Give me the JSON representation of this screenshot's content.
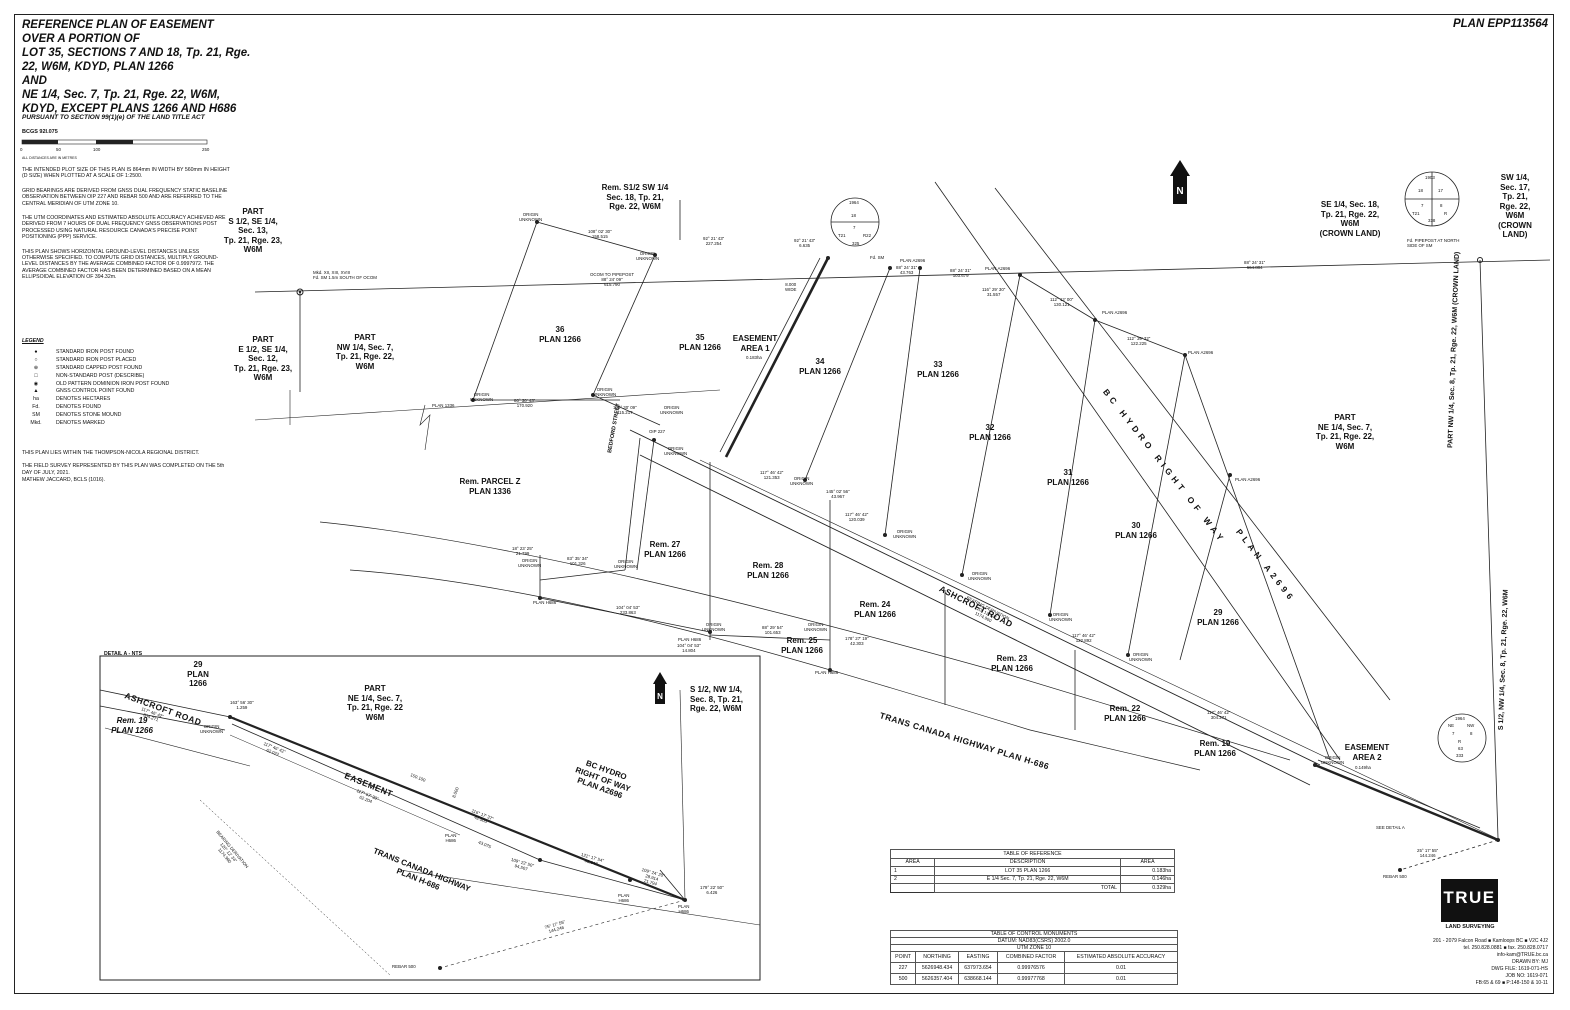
{
  "header": {
    "title": "REFERENCE PLAN OF EASEMENT\nOVER A PORTION OF\nLOT 35, SECTIONS 7 AND 18, Tp. 21, Rge.\n22, W6M, KDYD, PLAN 1266\nAND\nNE 1/4, Sec. 7, Tp. 21, Rge. 22, W6M,\nKDYD, EXCEPT PLANS 1266 AND H686",
    "subtitle": "PURSUANT TO SECTION 99(1)(e) OF THE LAND TITLE ACT",
    "plan_number": "PLAN EPP113564"
  },
  "scale_bar": {
    "bcgs": "BCGS 92I.075",
    "ticks": [
      "0",
      "50",
      "100",
      "250"
    ],
    "note": "ALL DISTANCES ARE IN METRES"
  },
  "notes": [
    "THE INTENDED PLOT SIZE OF THIS PLAN IS 864mm IN WIDTH BY 560mm IN HEIGHT (D SIZE) WHEN PLOTTED AT A SCALE OF 1:2500.",
    "GRID BEARINGS ARE DERIVED FROM GNSS DUAL FREQUENCY STATIC BASELINE OBSERVATION BETWEEN OIP 227 AND REBAR 500 AND ARE REFERRED TO THE CENTRAL MERIDIAN OF UTM ZONE 10.",
    "THE UTM COORDINATES AND ESTIMATED ABSOLUTE ACCURACY ACHIEVED ARE DERIVED FROM 7 HOURS OF DUAL FREQUENCY GNSS OBSERVATIONS POST PROCESSED USING NATURAL RESOURCE CANADA'S PRECISE POINT POSITIONING (PPP) SERVICE.",
    "THIS PLAN SHOWS HORIZONTAL GROUND-LEVEL DISTANCES UNLESS OTHERWISE SPECIFIED. TO COMPUTE GRID DISTANCES, MULTIPLY GROUND-LEVEL DISTANCES BY THE AVERAGE COMBINED FACTOR OF 0.9997972. THE AVERAGE COMBINED FACTOR HAS BEEN DETERMINED BASED ON A MEAN ELLIPSOIDAL ELEVATION OF 394.32m."
  ],
  "legend": {
    "heading": "LEGEND",
    "items": [
      {
        "symbol": "●",
        "label": "STANDARD IRON POST FOUND"
      },
      {
        "symbol": "○",
        "label": "STANDARD IRON POST PLACED"
      },
      {
        "symbol": "⊕",
        "label": "STANDARD CAPPED POST FOUND"
      },
      {
        "symbol": "□",
        "label": "NON-STANDARD POST (DESCRIBE)"
      },
      {
        "symbol": "◉",
        "label": "OLD PATTERN DOMINION IRON POST FOUND"
      },
      {
        "symbol": "▲",
        "label": "GNSS CONTROL POINT FOUND"
      },
      {
        "symbol": "ha",
        "label": "DENOTES HECTARES"
      },
      {
        "symbol": "Fd.",
        "label": "DENOTES FOUND"
      },
      {
        "symbol": "SM",
        "label": "DENOTES STONE MOUND"
      },
      {
        "symbol": "Mkd.",
        "label": "DENOTES MARKED"
      }
    ]
  },
  "district": {
    "line1": "THIS PLAN LIES WITHIN THE THOMPSON-NICOLA REGIONAL DISTRICT.",
    "line2": "THE FIELD SURVEY REPRESENTED BY THIS PLAN WAS COMPLETED ON THE 5th DAY OF JULY, 2021.",
    "line3": "MATHEW JACCARD, BCLS (1016)."
  },
  "parcels": {
    "part_s12_se14": "PART\nS 1/2, SE 1/4,\nSec. 13,\nTp. 21, Rge. 23,\nW6M",
    "part_e12_se14": "PART\nE 1/2, SE 1/4,\nSec. 12,\nTp. 21, Rge. 23,\nW6M",
    "part_nw14": "PART\nNW 1/4, Sec. 7,\nTp. 21, Rge. 22,\nW6M",
    "rem_s12_sw14": "Rem. S1/2 SW 1/4\nSec. 18, Tp. 21,\nRge. 22, W6M",
    "se14_sec18": "SE 1/4, Sec. 18,\nTp. 21, Rge. 22,\nW6M\n(CROWN LAND)",
    "sw14_sec17": "SW 1/4,\nSec. 17,\nTp. 21,\nRge. 22,\nW6M\n(CROWN\nLAND)",
    "part_ne14": "PART\nNE 1/4, Sec. 7,\nTp. 21, Rge. 22,\nW6M",
    "lot36": "36\nPLAN 1266",
    "lot35": "35\nPLAN 1266",
    "lot34": "34\nPLAN 1266",
    "lot33": "33\nPLAN 1266",
    "lot32": "32\nPLAN 1266",
    "lot31": "31\nPLAN 1266",
    "lot30": "30\nPLAN 1266",
    "lot29": "29\nPLAN 1266",
    "rem28": "Rem. 28\nPLAN 1266",
    "rem27": "Rem. 27\nPLAN 1266",
    "rem24": "Rem. 24\nPLAN 1266",
    "rem25": "Rem. 25\nPLAN 1266",
    "rem23": "Rem. 23\nPLAN 1266",
    "rem22": "Rem. 22\nPLAN 1266",
    "rem19": "Rem. 19\nPLAN 1266",
    "rem_parcel_z": "Rem. PARCEL Z\nPLAN 1336",
    "easement1": "EASEMENT\nAREA 1",
    "easement1_area": "0.183ha",
    "easement2": "EASEMENT\nAREA 2",
    "easement2_area": "0.149ha"
  },
  "roads": {
    "ashcroft": "ASHCROFT ROAD",
    "tch": "TRANS CANADA HIGHWAY PLAN H-686",
    "bc_hydro": "BC  HYDRO  RIGHT  OF  WAY",
    "plan_a2696": "PLAN  A2696",
    "bedford": "BEDFORD STREET",
    "part_nw14_sec8": "PART NW 1/4, Sec. 8, Tp. 21, Rge. 22, W6M (CROWN LAND)",
    "s12_nw14_sec8": "S 1/2, NW 1/4, Sec. 8, Tp. 21, Rge. 22, W6M"
  },
  "small_labels": {
    "origin_unknown": "ORIGIN\nUNKNOWN",
    "plan_1336": "PLAN 1336",
    "plan_a2696": "PLAN A2696",
    "plan_h686": "PLAN H686",
    "oip_227": "OIP 227",
    "fd_sm": "Fd. SM",
    "see_detail": "SEE DETAIL A",
    "rebar_500": "REBAR 500",
    "mkd": "Mkd. XII, XIII, XVIII\nFd. SM 1.5m SOUTH OF OCOM",
    "ocom": "OCOM TO PIPEPOST\n88° 24' 09\"\n615.790",
    "fd_pipepost": "Fd. PIPEPOST AT NORTH\nSIDE OF SM",
    "b1": "92° 21' 43\"\n227.254",
    "b2": "88° 24' 31\"\n43.763",
    "b3": "88° 24' 31\"\n103.679",
    "b4": "88° 24' 31\"\n664.884",
    "b5": "108° 02' 30\"\n158.515",
    "b6": "80° 30' 43\"\n170.920",
    "b7": "108° 30' 09\"\n115.217",
    "b8": "104° 04' 53\"\n233.863",
    "b9": "117° 46' 42\"\n304.271",
    "b10": "117° 46' 42\"\n122.892",
    "b11": "88° 29' 54\"\n101.653",
    "b12": "178° 27' 19\"\n42.303",
    "b13": "25° 17' 55\"\n144.246",
    "b14": "104° 04' 53\"\n14.804",
    "b15": "8.000\nWIDE",
    "b16": "92° 21' 43\"\n6.635",
    "b17": "116° 29' 30\"\n31.557",
    "b18": "112° 12' 00\"\n130.121",
    "b19": "112° 39' 32\"\n122.225",
    "b20": "145° 02' 56\"\n43.967",
    "b21": "117° 46' 42\"\n120.039",
    "b22": "83° 35' 34\"\n101.326",
    "b23": "18° 23' 25\"\n21.799",
    "b24": "117° 46' 42\"\n121.353",
    "b25": "BEARING DERIVATION\n120° 12' 34\"\n1174.960"
  },
  "detail": {
    "header": "DETAIL A - NTS",
    "lot29": "29\nPLAN\n1266",
    "ashcroft": "ASHCROFT ROAD",
    "rem19": "Rem. 19\nPLAN 1266",
    "part_ne14": "PART\nNE 1/4, Sec. 7,\nTp. 21, Rge. 22\nW6M",
    "s12": "S 1/2, NW 1/4,\nSec. 8, Tp. 21,\nRge. 22, W6M",
    "bc_hydro": "BC HYDRO\nRIGHT OF WAY\nPLAN A2696",
    "easement": "EASEMENT",
    "tch": "TRANS CANADA HIGHWAY\nPLAN H-686",
    "origin_unknown": "ORIGIN\nUNKNOWN",
    "plan_h686": "PLAN\nH686",
    "rebar_500": "REBAR 500",
    "b1": "163° 56' 30\"\n1.259",
    "b2": "117° 46' 42\"\n62.022",
    "b3": "117° 46' 42\"\n304.271",
    "b4": "150.100",
    "b5": "117° 57' 30\"\n62.204",
    "b6": "116° 17' 37\"\n42.503",
    "b7": "43.075",
    "b8": "121° 17' 54\"\n43.947",
    "b9": "109° 22' 50\"\n94.507",
    "b10": "109° 24' 20\"\n28.914\n21.794",
    "b11": "179° 22' 50\"\n6.426",
    "b12": "75° 17' 55\"\n144.246",
    "b13": "BEARING DERIVATION\n120° 12' 34\"\n1174.960",
    "b14": "8.000"
  },
  "ref_table": {
    "title": "TABLE OF REFERENCE",
    "headers": [
      "AREA",
      "DESCRIPTION",
      "AREA"
    ],
    "rows": [
      [
        "1",
        "LOT 35 PLAN 1266",
        "0.183ha"
      ],
      [
        "2",
        "E 1/4 Sec. 7, Tp. 21, Rge. 22, W6M",
        "0.146ha"
      ]
    ],
    "total_label": "TOTAL",
    "total_value": "0.329ha"
  },
  "control_table": {
    "title1": "TABLE OF CONTROL MONUMENTS",
    "title2": "DATUM: NAD83(CSRS) 2002.0",
    "title3": "UTM ZONE 10",
    "headers": [
      "POINT",
      "NORTHING",
      "EASTING",
      "COMBINED FACTOR",
      "ESTIMATED ABSOLUTE ACCURACY"
    ],
    "rows": [
      [
        "227",
        "5626948.434",
        "637973.654",
        "0.99976576",
        "0.01"
      ],
      [
        "500",
        "5626357.404",
        "638668.144",
        "0.99977768",
        "0.01"
      ]
    ]
  },
  "company": {
    "logo": "TRUE",
    "logo_sub": "LAND SURVEYING",
    "info": "201 - 2079 Falcon Road  ■  Kamloops BC  ■  V2C 4J2\ntel. 250.828.0881  ■  fax. 250.828.0717\ninfo-kam@TRUE.bc.ca\nDRAWN BY: MJ\nDWG FILE: 1619-071-HS\nJOB NO: 1619-071\nFB:65 & 69   ■   P:148-150 & 10-11"
  },
  "section_circles": {
    "c1": [
      "1964",
      "18",
      "7",
      "T21",
      "R22",
      "325"
    ],
    "c2": [
      "1903",
      "18",
      "17",
      "7",
      "8",
      "T21",
      "R",
      "338"
    ],
    "c3": [
      "1964",
      "NE",
      "NW",
      "7",
      "8",
      "R",
      "63",
      "333"
    ]
  }
}
